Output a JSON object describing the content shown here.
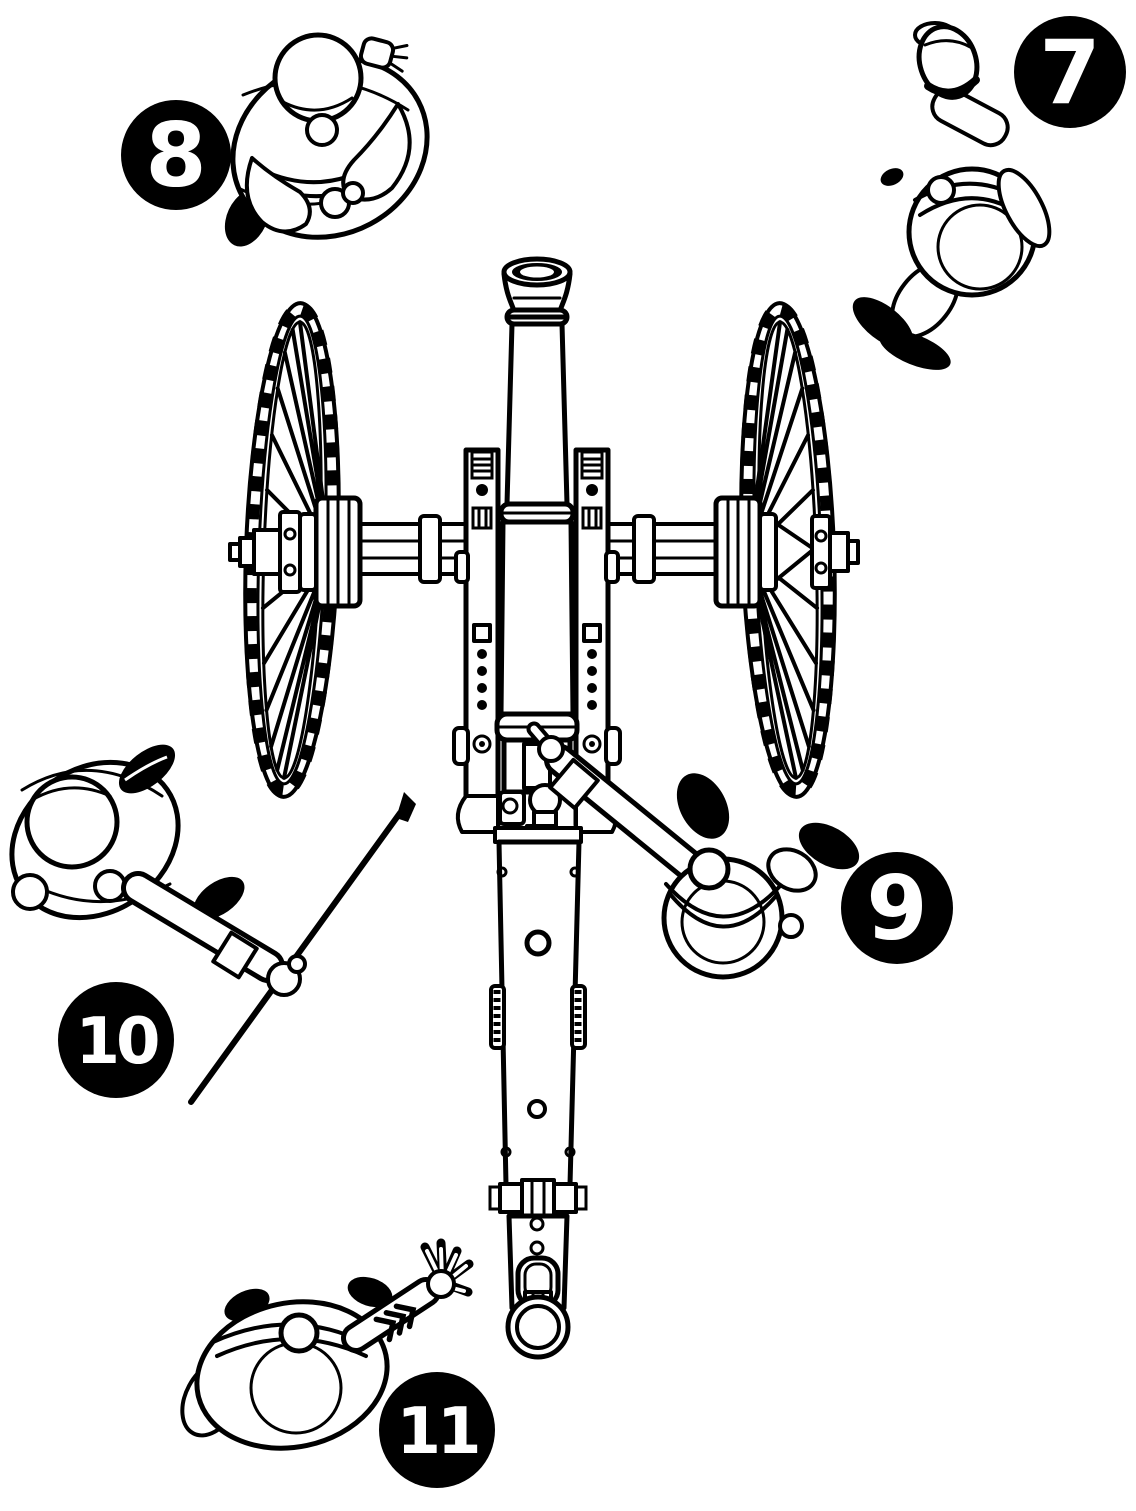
{
  "diagram": {
    "badges": [
      {
        "number": "7"
      },
      {
        "number": "8"
      },
      {
        "number": "9"
      },
      {
        "number": "10"
      },
      {
        "number": "11"
      }
    ]
  },
  "icons": {
    "cannon": "cannon-top-view-icon",
    "crew": "soldier-top-view-icon",
    "staff": "rammer-staff-icon"
  },
  "colors": {
    "ink": "#000000",
    "paper": "#ffffff",
    "badge_background": "#000000",
    "badge_number": "#ffffff"
  }
}
